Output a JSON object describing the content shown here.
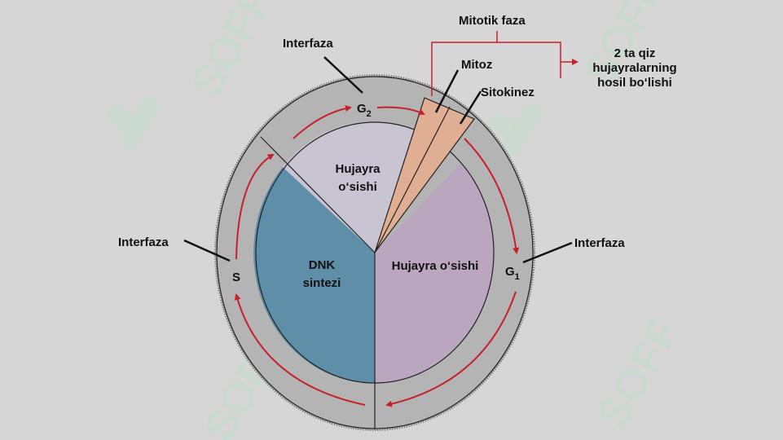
{
  "watermark": {
    "text": "SOFF"
  },
  "labels": {
    "mitotik_faza": "Mitotik faza",
    "mitoz": "Mitoz",
    "sitokinez": "Sitokinez",
    "result_line1": "2 ta qiz",
    "result_line2": "hujayralarning",
    "result_line3": "hosil bo‘lishi",
    "interfaza_top": "Interfaza",
    "interfaza_left": "Interfaza",
    "interfaza_right": "Interfaza",
    "g2_letter": "G",
    "g2_sub": "2",
    "g1_letter": "G",
    "g1_sub": "1",
    "s_phase": "S",
    "hujayra_osishi_top_1": "Hujayra",
    "hujayra_osishi_top_2": "o‘sishi",
    "dnk_1": "DNK",
    "dnk_2": "sintezi",
    "hujayra_osishi_right": "Hujayra o‘sishi"
  },
  "colors": {
    "background": "#d6d6d6",
    "outer_ring": "#b4b4b4",
    "dnk_sector": "#5f8ea9",
    "g1_sector": "#bba6c0",
    "g2_sector": "#c9c4d2",
    "mitosis_wedge": "#dfae93",
    "arrows": "#c8202a",
    "watermark": "#c7dccf"
  }
}
